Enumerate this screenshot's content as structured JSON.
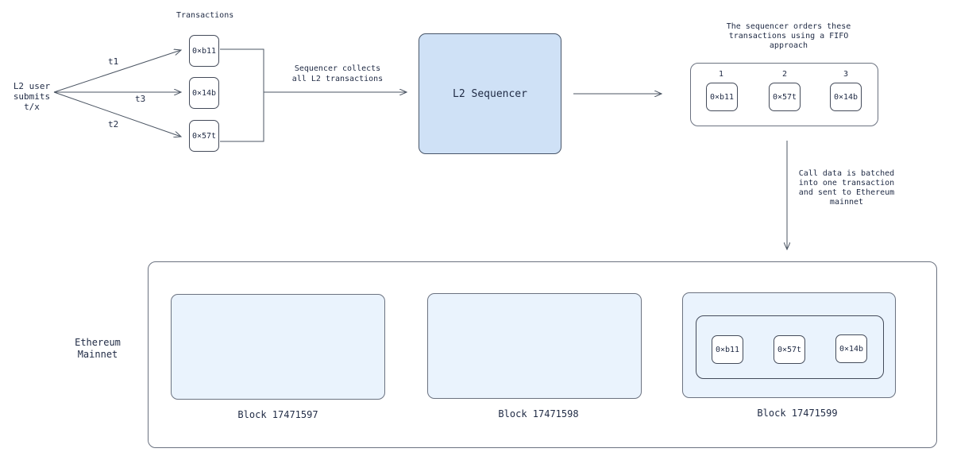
{
  "user": {
    "label_line1": "L2 user",
    "label_line2": "submits",
    "label_line3": "t/x"
  },
  "transactions": {
    "heading": "Transactions",
    "items": [
      "0×b11",
      "0×14b",
      "0×57t"
    ],
    "edge_labels": [
      "t1",
      "t3",
      "t2"
    ]
  },
  "collect_label": {
    "line1": "Sequencer collects",
    "line2": "all L2 transactions"
  },
  "sequencer": {
    "label": "L2 Sequencer"
  },
  "ordering": {
    "caption_line1": "The sequencer orders these",
    "caption_line2": "transactions using a FIFO",
    "caption_line3": "approach",
    "slots": [
      {
        "index": "1",
        "tx": "0×b11"
      },
      {
        "index": "2",
        "tx": "0×57t"
      },
      {
        "index": "3",
        "tx": "0×14b"
      }
    ]
  },
  "batch_label": {
    "line1": "Call data is batched",
    "line2": "into one transaction",
    "line3": "and sent to Ethereum",
    "line4": "mainnet"
  },
  "mainnet": {
    "label_line1": "Ethereum",
    "label_line2": "Mainnet",
    "blocks": [
      {
        "label": "Block 17471597"
      },
      {
        "label": "Block 17471598"
      },
      {
        "label": "Block 17471599",
        "txs": [
          "0×b11",
          "0×57t",
          "0×14b"
        ]
      }
    ]
  },
  "colors": {
    "sequencer_fill": "#cfe1f6",
    "block_fill": "#eaf3fd",
    "stroke": "#444b5a"
  }
}
